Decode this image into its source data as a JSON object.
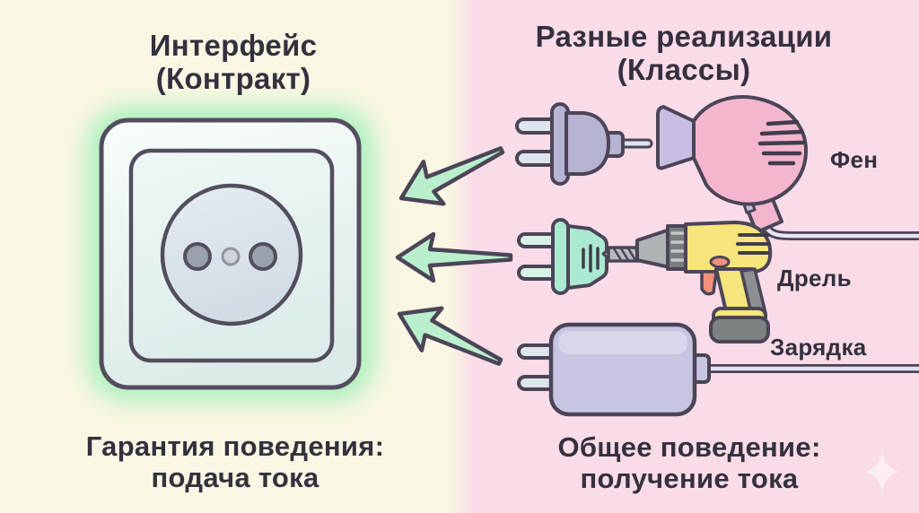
{
  "left_panel": {
    "title_line1": "Интерфейс",
    "title_line2": "(Контракт)",
    "caption_line1": "Гарантия поведения:",
    "caption_line2": "подача тока"
  },
  "right_panel": {
    "title_line1": "Разные реализации",
    "title_line2": "(Классы)",
    "caption_line1": "Общее поведение:",
    "caption_line2": "получение тока",
    "device_labels": {
      "hair_dryer": "Фен",
      "drill": "Дрель",
      "charger": "Зарядка"
    }
  },
  "icons": {
    "socket": "power-socket",
    "arrow": "arrow-pointing-left",
    "plug_top": "power-plug",
    "plug_middle": "power-plug",
    "hair_dryer": "hair-dryer",
    "drill": "electric-drill",
    "charger": "charger-adapter",
    "sparkle": "sparkle"
  },
  "colors": {
    "left_background": "#f9f7e3",
    "right_background": "#fadce8",
    "text": "#35303e",
    "outline": "#4b4557",
    "arrow_fill": "#b9efcd",
    "socket_glow": "#8ceba9",
    "socket_plate": "#f2fbf7",
    "plug_lavender": "#b7b3d2",
    "plug_mint": "#abe9d0",
    "dryer_pink": "#f4b6ce",
    "nozzle_lavender": "#c9bde3",
    "drill_yellow": "#f6e47c",
    "drill_gray": "#7d8285",
    "trigger_coral": "#f2907c",
    "charger_lavender": "#c6c6e2",
    "prong_silver": "#dee5ec"
  }
}
